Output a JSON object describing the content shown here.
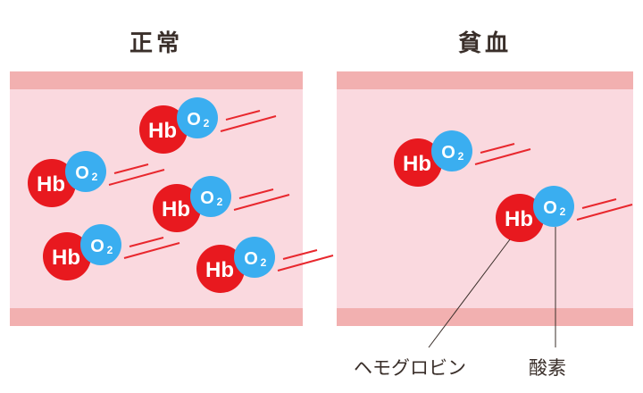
{
  "panels": [
    {
      "id": "normal",
      "title": "正常"
    },
    {
      "id": "anemia",
      "title": "貧血"
    }
  ],
  "molecule": {
    "hb_label": "Hb",
    "o2_label": "O2",
    "o2_text": "O",
    "o2_sub": "2"
  },
  "labels": {
    "hemoglobin": "ヘモグロビン",
    "oxygen": "酸素"
  },
  "colors": {
    "vessel_wall": "#f2b0b0",
    "vessel_inner": "#fad9df",
    "hemoglobin": "#e8191f",
    "oxygen": "#3aaef0",
    "motion_lines": "#e8282e",
    "text": "#3a2f2a"
  }
}
